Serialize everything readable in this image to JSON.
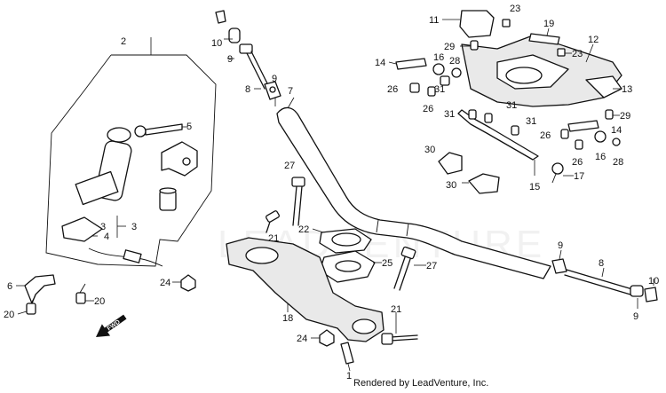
{
  "diagram": {
    "footer_credit": "Rendered by LeadVenture, Inc.",
    "watermark_text": "LEADVENTURE",
    "direction_arrow": "FWD",
    "callouts": [
      "1",
      "2",
      "3",
      "4",
      "5",
      "6",
      "7",
      "8",
      "9",
      "10",
      "11",
      "12",
      "13",
      "14",
      "15",
      "16",
      "17",
      "18",
      "19",
      "20",
      "21",
      "22",
      "23",
      "24",
      "25",
      "26",
      "27",
      "28",
      "29",
      "30",
      "31"
    ]
  }
}
